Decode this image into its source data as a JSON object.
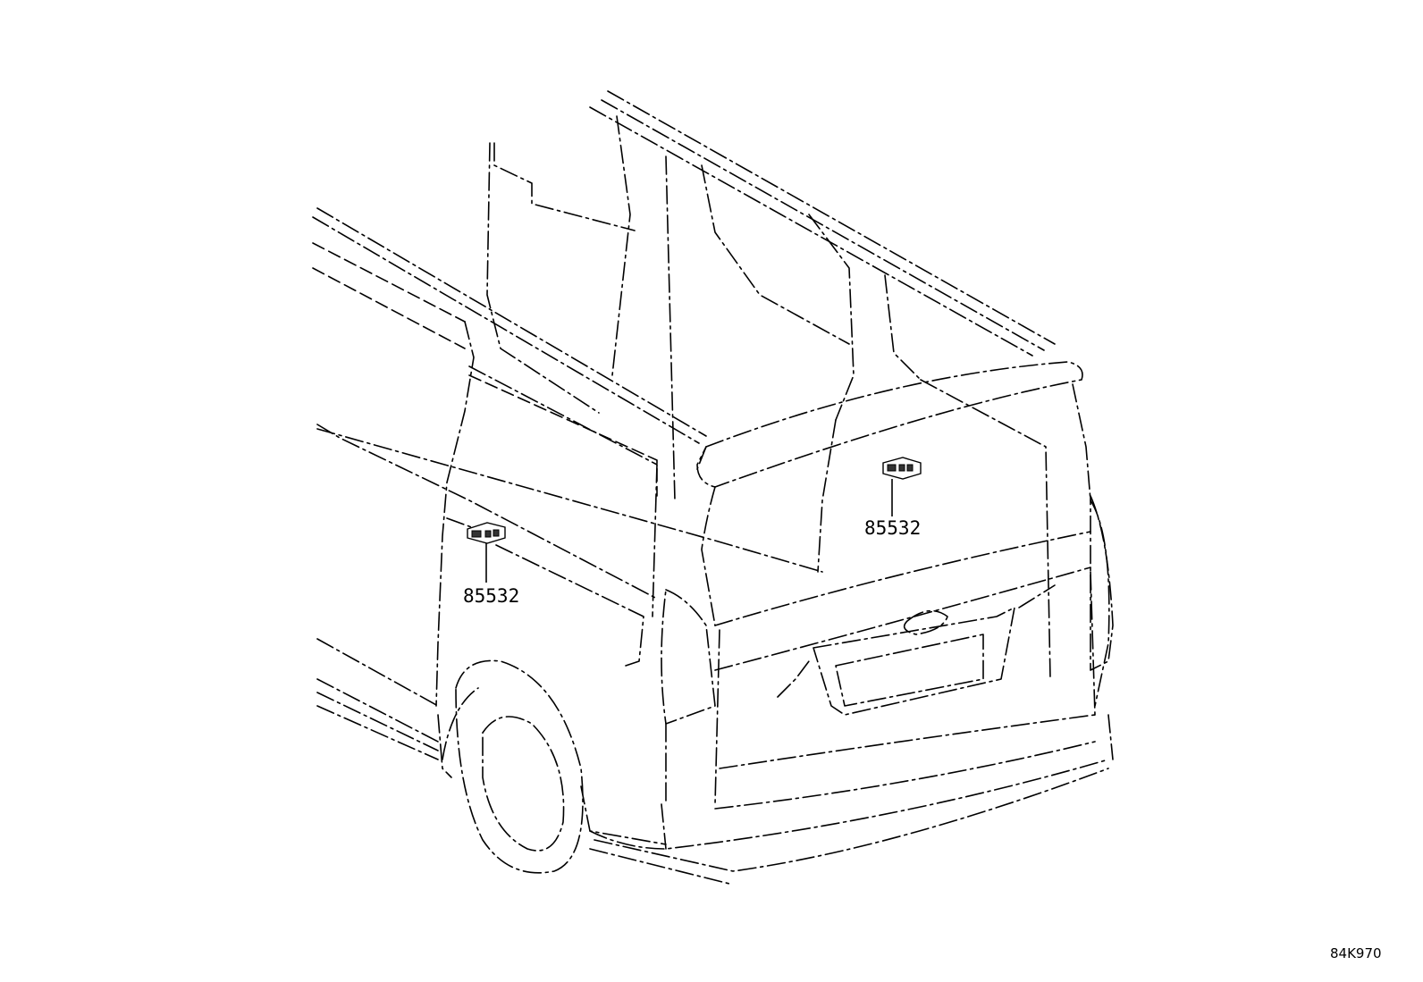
{
  "diagram": {
    "subject": "van-rear-view",
    "callouts": [
      {
        "id": "side-sensor",
        "label": "85532"
      },
      {
        "id": "rear-sensor",
        "label": "85532"
      }
    ],
    "code": "84K970"
  }
}
